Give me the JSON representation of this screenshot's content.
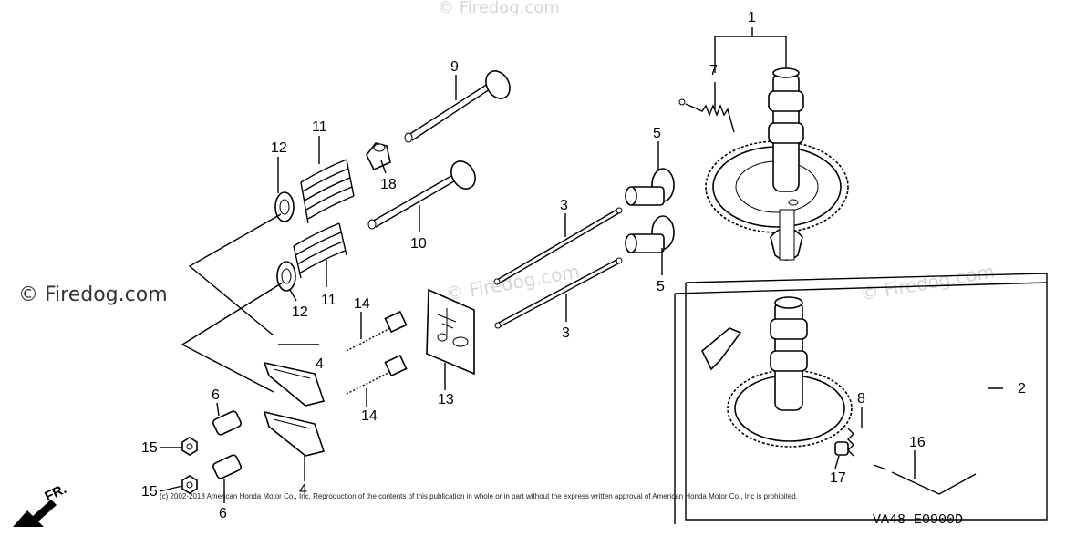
{
  "watermarks": {
    "corner": "© Firedog.com",
    "left": "© Firedog.com",
    "center": "© Firedog.com",
    "right": "© Firedog.com"
  },
  "part_numbers": {
    "p1": "1",
    "p2": "2",
    "p3a": "3",
    "p3b": "3",
    "p4a": "4",
    "p4b": "4",
    "p5a": "5",
    "p5b": "5",
    "p6a": "6",
    "p6b": "6",
    "p7": "7",
    "p8": "8",
    "p9": "9",
    "p10": "10",
    "p11a": "11",
    "p11b": "11",
    "p12a": "12",
    "p12b": "12",
    "p13": "13",
    "p14a": "14",
    "p14b": "14",
    "p15a": "15",
    "p15b": "15",
    "p16": "16",
    "p17": "17",
    "p18": "18"
  },
  "copyright": "(c) 2002-2013 American Honda Motor Co., Inc. Reproduction of the contents of this publication in whole or in part without the express written approval of American Honda Motor Co., Inc is prohibited.",
  "front_marker": "FR.",
  "diagram_code": "VA48—E0900D"
}
